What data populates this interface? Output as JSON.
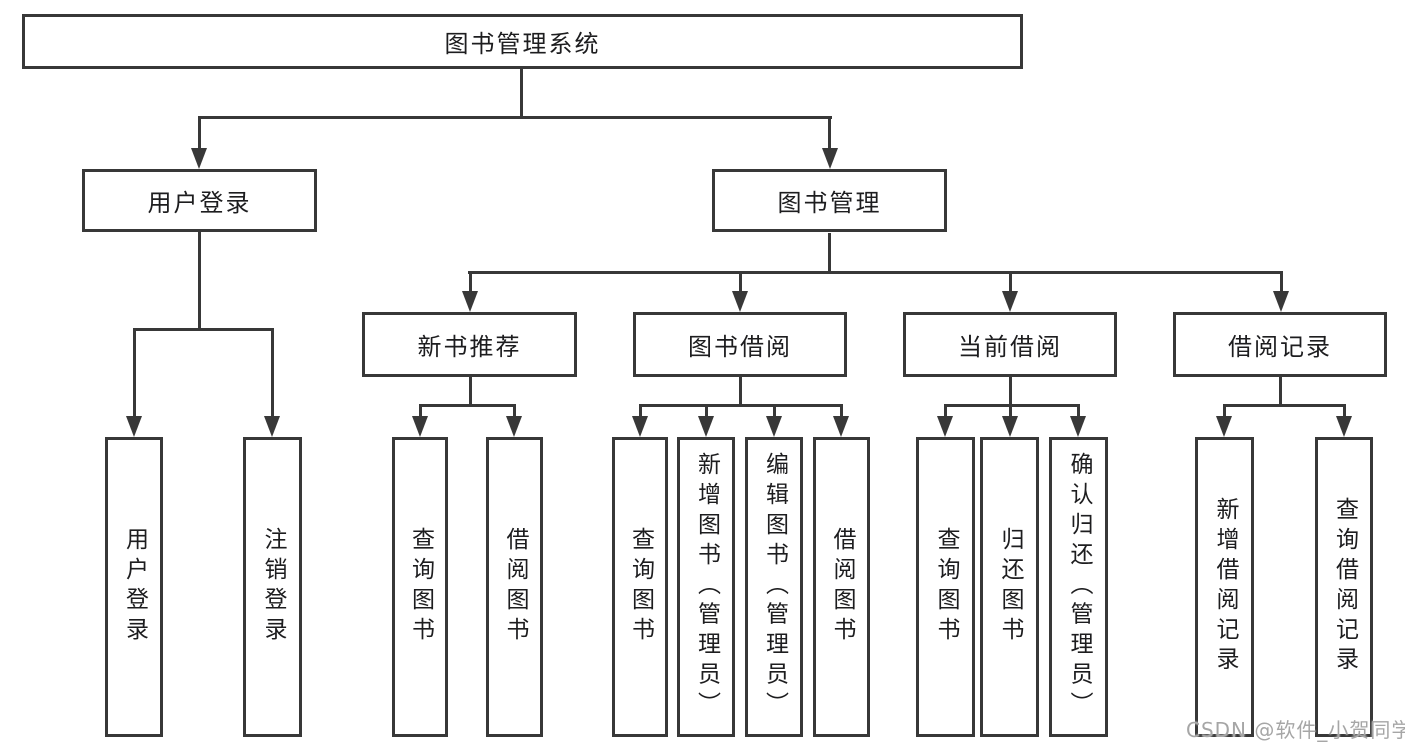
{
  "diagram_title": "图书管理系统",
  "nodes": {
    "root": "图书管理系统",
    "user_login": {
      "label": "用户登录",
      "children": {
        "login": "用户登录",
        "logout": "注销登录"
      }
    },
    "book_mgmt": {
      "label": "图书管理",
      "children": {
        "new_book_rec": {
          "label": "新书推荐",
          "children": {
            "query": "查询图书",
            "borrow": "借阅图书"
          }
        },
        "book_borrow": {
          "label": "图书借阅",
          "children": {
            "query": "查询图书",
            "add": "新增图书（管理员）",
            "edit": "编辑图书（管理员）",
            "borrow": "借阅图书"
          }
        },
        "current_borrow": {
          "label": "当前借阅",
          "children": {
            "query": "查询图书",
            "return": "归还图书",
            "confirm_return": "确认归还（管理员）"
          }
        },
        "borrow_records": {
          "label": "借阅记录",
          "children": {
            "add": "新增借阅记录",
            "query": "查询借阅记录"
          }
        }
      }
    }
  },
  "watermark": "CSDN @软件_小贺同学",
  "colors": {
    "line": "#383838",
    "text": "#1d1d1f",
    "watermark": "#a6a6a6",
    "background": "#ffffff"
  }
}
